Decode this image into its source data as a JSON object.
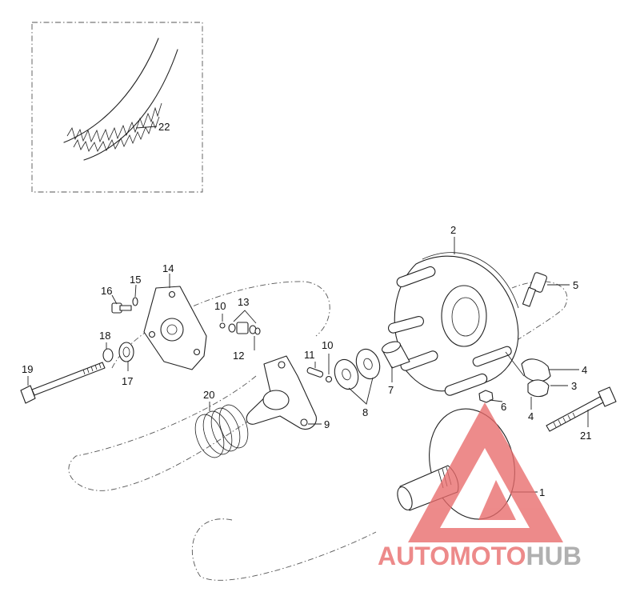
{
  "callouts": {
    "c1": "1",
    "c2": "2",
    "c3": "3",
    "c4a": "4",
    "c4b": "4",
    "c5": "5",
    "c6": "6",
    "c7": "7",
    "c8": "8",
    "c9": "9",
    "c10a": "10",
    "c10b": "10",
    "c11": "11",
    "c12": "12",
    "c13": "13",
    "c14": "14",
    "c15": "15",
    "c16": "16",
    "c17": "17",
    "c18": "18",
    "c19": "19",
    "c20": "20",
    "c21": "21",
    "c22": "22"
  },
  "watermark": {
    "part1": "AUTO",
    "part2": "MOTO",
    "part3": "HUB",
    "colors": {
      "red": "#e86a6a",
      "gray": "#9a9a9a"
    }
  },
  "icons": {
    "watermark_logo": "triangle-logo-icon"
  }
}
